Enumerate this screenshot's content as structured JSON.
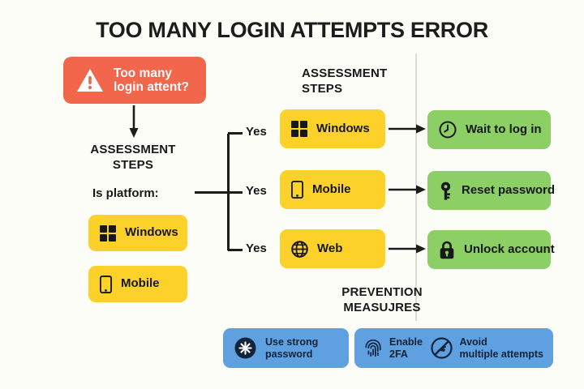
{
  "title": "TOO MANY LOGIN ATTEMPTS ERROR",
  "colors": {
    "background": "#fdfdf7",
    "alert_red": "#f2664c",
    "yellow": "#fbd12a",
    "green": "#8ccf64",
    "blue": "#5fa1e0",
    "text_dark": "#17181a",
    "divider": "#dcdcd7"
  },
  "alert": {
    "text": "Too many login attent?",
    "icon": "warning-triangle-icon"
  },
  "left_column": {
    "heading": "ASSESSMENT STEPS",
    "question": "Is platform:",
    "options": [
      {
        "label": "Windows",
        "icon": "windows-icon"
      },
      {
        "label": "Mobile",
        "icon": "mobile-phone-icon"
      }
    ]
  },
  "middle_column": {
    "heading": "ASSESSMENT STEPS",
    "branch_label": "Yes",
    "items": [
      {
        "label": "Windows",
        "icon": "windows-icon",
        "branch": "Yes"
      },
      {
        "label": "Mobile",
        "icon": "mobile-phone-icon",
        "branch": "Yes"
      },
      {
        "label": "Web",
        "icon": "globe-icon",
        "branch": "Yes"
      }
    ]
  },
  "right_column": {
    "items": [
      {
        "label": "Wait to log in",
        "icon": "clock-icon"
      },
      {
        "label": "Reset password",
        "icon": "key-icon"
      },
      {
        "label": "Unlock account",
        "icon": "lock-icon"
      }
    ]
  },
  "prevention": {
    "heading": "PREVENTION MEASUJRES",
    "items": [
      {
        "label": "Use strong password",
        "line1": "Use strong",
        "line2": "password",
        "icon": "asterisk-badge-icon"
      },
      {
        "label": "Enable 2FA",
        "line1": "Enable",
        "line2": "2FA",
        "icon": "fingerprint-icon"
      },
      {
        "label": "Avoid multiple attempts",
        "line1": "Avoid",
        "line2": "multiple attempts",
        "icon": "no-attempts-icon"
      }
    ]
  }
}
